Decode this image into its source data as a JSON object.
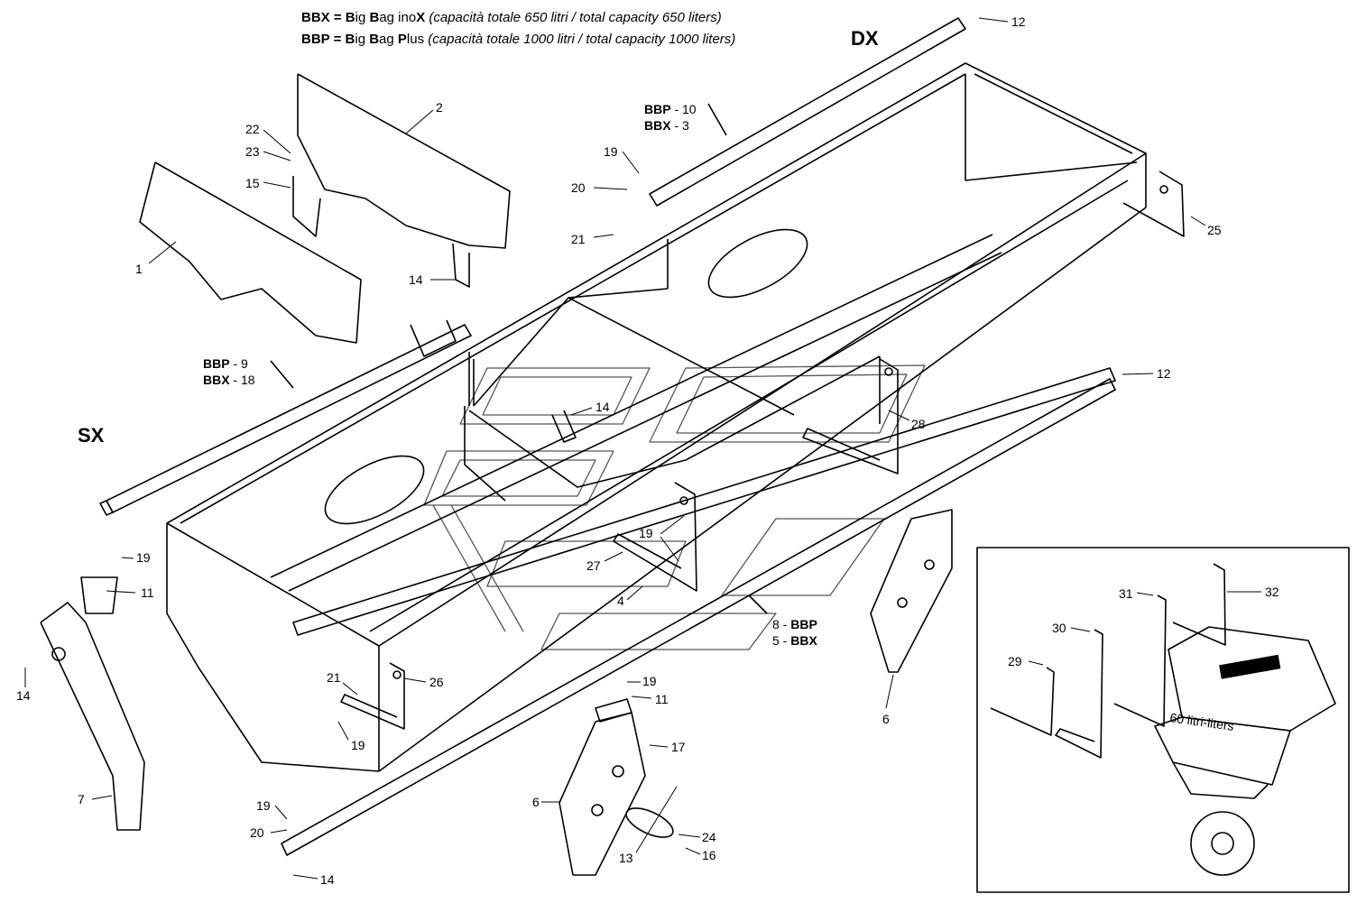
{
  "header": {
    "line1": {
      "code": "BBX",
      "eq": " = ",
      "b1": "B",
      "t1": "ig ",
      "b2": "B",
      "t2": "ag ino",
      "b3": "X",
      "note": " (capacità totale 650 litri / total capacity 650 liters)"
    },
    "line2": {
      "code": "BBP",
      "eq": " = ",
      "b1": "B",
      "t1": "ig ",
      "b2": "B",
      "t2": "ag ",
      "b3": "P",
      "t3": "lus",
      "note": " (capacità totale 1000 litri / total capacity 1000 liters)"
    }
  },
  "sides": {
    "right": "DX",
    "left": "SX"
  },
  "refs": {
    "upper_tube": [
      {
        "code": "BBP",
        "sep": " - ",
        "num": "10"
      },
      {
        "code": "BBX",
        "sep": " - ",
        "num": "3"
      }
    ],
    "left_tube": [
      {
        "code": "BBP",
        "sep": " - ",
        "num": "9"
      },
      {
        "code": "BBX",
        "sep": " - ",
        "num": "18"
      }
    ],
    "front_tube": [
      {
        "num": "8",
        "sep": " - ",
        "code": "BBP"
      },
      {
        "num": "5",
        "sep": " - ",
        "code": "BBX"
      }
    ]
  },
  "inset": {
    "hopper_text": "60 litri-liters"
  },
  "callouts": [
    {
      "id": "c12a",
      "text": "12"
    },
    {
      "id": "c2",
      "text": "2"
    },
    {
      "id": "c22",
      "text": "22"
    },
    {
      "id": "c23",
      "text": "23"
    },
    {
      "id": "c15",
      "text": "15"
    },
    {
      "id": "c1",
      "text": "1"
    },
    {
      "id": "c14a",
      "text": "14"
    },
    {
      "id": "c19a",
      "text": "19"
    },
    {
      "id": "c20a",
      "text": "20"
    },
    {
      "id": "c21a",
      "text": "21"
    },
    {
      "id": "c25",
      "text": "25"
    },
    {
      "id": "c12b",
      "text": "12"
    },
    {
      "id": "c14b",
      "text": "14"
    },
    {
      "id": "c28",
      "text": "28"
    },
    {
      "id": "c19b",
      "text": "19"
    },
    {
      "id": "c27",
      "text": "27"
    },
    {
      "id": "c4",
      "text": "4"
    },
    {
      "id": "c19c",
      "text": "19"
    },
    {
      "id": "c11a",
      "text": "11"
    },
    {
      "id": "c14c",
      "text": "14"
    },
    {
      "id": "c7",
      "text": "7"
    },
    {
      "id": "c21b",
      "text": "21"
    },
    {
      "id": "c26",
      "text": "26"
    },
    {
      "id": "c19d",
      "text": "19"
    },
    {
      "id": "c19e",
      "text": "19"
    },
    {
      "id": "c11b",
      "text": "11"
    },
    {
      "id": "c17",
      "text": "17"
    },
    {
      "id": "c6a",
      "text": "6"
    },
    {
      "id": "c13",
      "text": "13"
    },
    {
      "id": "c24",
      "text": "24"
    },
    {
      "id": "c16",
      "text": "16"
    },
    {
      "id": "c19f",
      "text": "19"
    },
    {
      "id": "c20b",
      "text": "20"
    },
    {
      "id": "c14d",
      "text": "14"
    },
    {
      "id": "c6b",
      "text": "6"
    },
    {
      "id": "c29",
      "text": "29"
    },
    {
      "id": "c30",
      "text": "30"
    },
    {
      "id": "c31",
      "text": "31"
    },
    {
      "id": "c32",
      "text": "32"
    }
  ],
  "colors": {
    "ink": "#000000",
    "paper": "#ffffff",
    "watermark": "#555555"
  }
}
